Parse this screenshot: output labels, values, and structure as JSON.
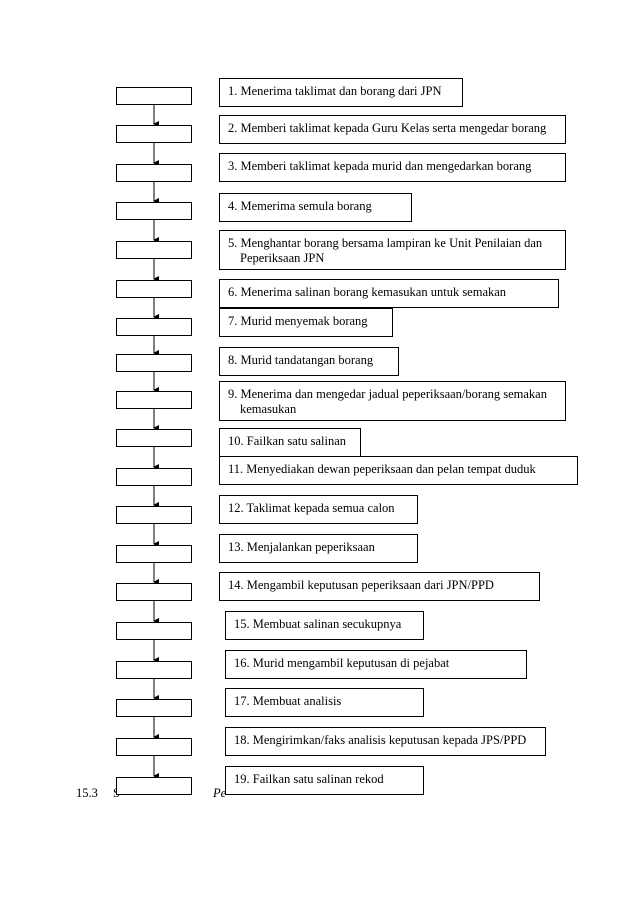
{
  "steps": [
    {
      "label": "1. Menerima taklimat dan borang dari JPN"
    },
    {
      "label": "2. Memberi taklimat kepada Guru Kelas serta mengedar borang"
    },
    {
      "label": "3. Memberi taklimat kepada murid dan mengedarkan borang"
    },
    {
      "label": "4. Memerima semula borang"
    },
    {
      "label": "5. Menghantar borang bersama lampiran ke Unit Penilaian dan",
      "label2": "Peperiksaan JPN"
    },
    {
      "label": "6. Menerima salinan borang kemasukan untuk semakan"
    },
    {
      "label": "7. Murid menyemak borang"
    },
    {
      "label": "8. Murid tandatangan borang"
    },
    {
      "label": "9. Menerima dan mengedar jadual peperiksaan/borang semakan",
      "label2": "kemasukan"
    },
    {
      "label": "10. Failkan satu salinan"
    },
    {
      "label": "11. Menyediakan dewan peperiksaan dan pelan tempat duduk"
    },
    {
      "label": "12. Taklimat kepada semua calon"
    },
    {
      "label": "13. Menjalankan peperiksaan"
    },
    {
      "label": "14. Mengambil keputusan peperiksaan dari JPN/PPD"
    },
    {
      "label": "15. Membuat salinan secukupnya"
    },
    {
      "label": "16. Murid mengambil keputusan di pejabat"
    },
    {
      "label": "17. Membuat analisis"
    },
    {
      "label": "18. Mengirimkan/faks analisis keputusan kepada JPS/PPD"
    },
    {
      "label": "19. Failkan satu salinan rekod"
    }
  ],
  "footer": {
    "number": "15.3",
    "left_text": "S",
    "right_text": "Pe"
  }
}
